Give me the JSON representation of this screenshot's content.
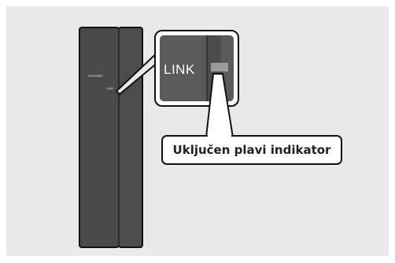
{
  "device": {
    "standby_label": "STANDBY",
    "link_label": "LINK"
  },
  "zoom": {
    "link_label": "LINK"
  },
  "callout": {
    "text": "Uključen plavi indikator"
  },
  "colors": {
    "background_panel": "#e9e9e9",
    "device_body": "#4a4a4a",
    "zoom_fill": "#5a5a5a",
    "indicator_light": "#9a9a9a",
    "callout_fill": "#ffffff",
    "outline": "#111111"
  }
}
